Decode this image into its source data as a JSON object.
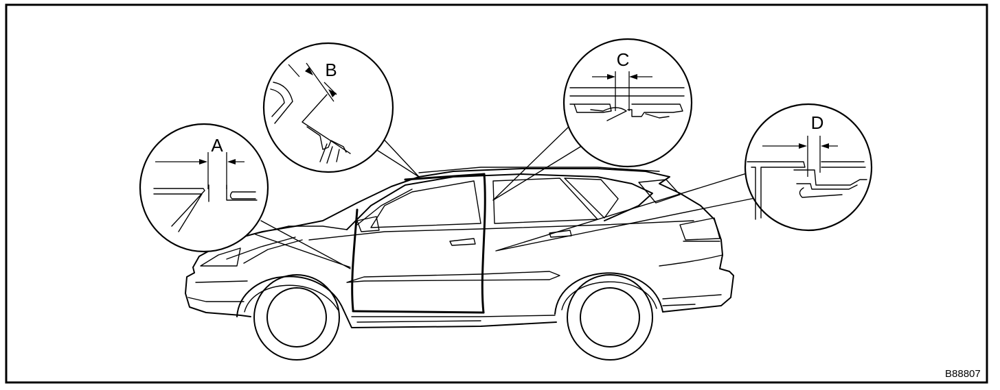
{
  "figure": {
    "detail_labels": {
      "a": "A",
      "b": "B",
      "c": "C",
      "d": "D"
    },
    "figure_code": "B88807"
  }
}
